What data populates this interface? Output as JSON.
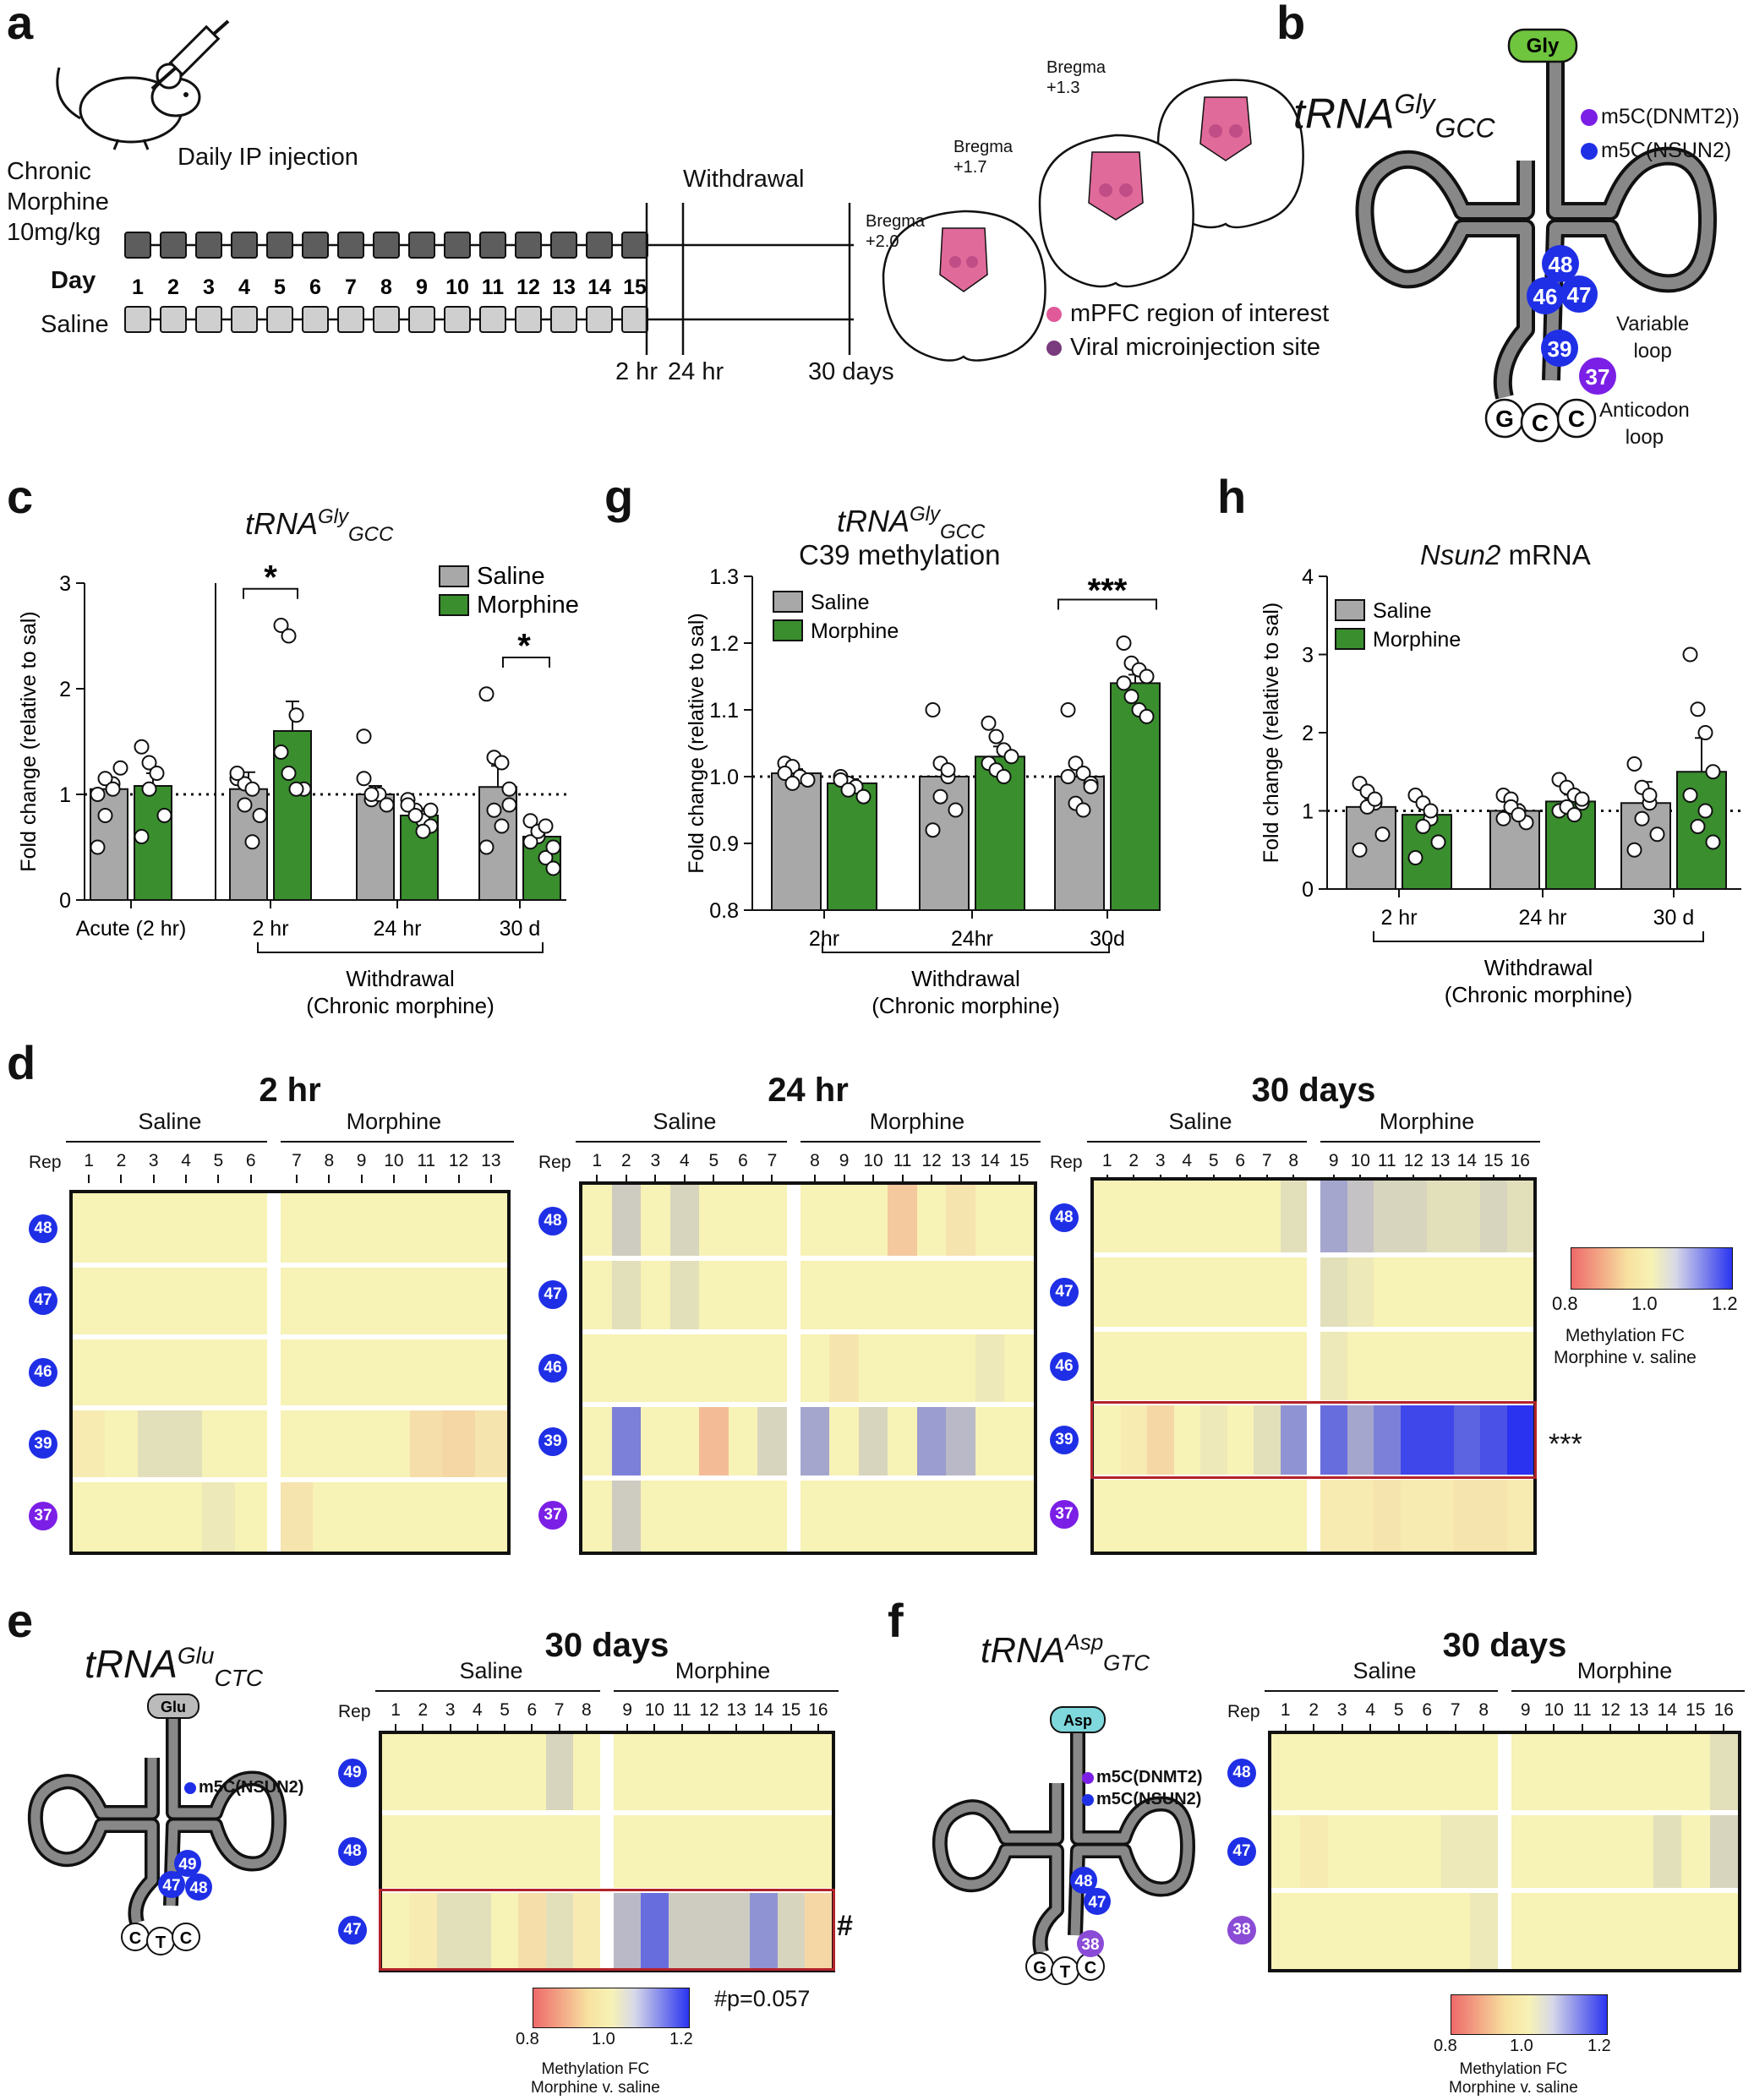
{
  "panels": {
    "a": {
      "label": "a",
      "chronic_lines": [
        "Chronic",
        "Morphine",
        "10mg/kg"
      ],
      "injection": "Daily IP injection",
      "day_label": "Day",
      "days": [
        "1",
        "2",
        "3",
        "4",
        "5",
        "6",
        "7",
        "8",
        "9",
        "10",
        "11",
        "12",
        "13",
        "14",
        "15"
      ],
      "saline_label": "Saline",
      "withdrawal": "Withdrawal",
      "timepoints": [
        "2 hr",
        "24 hr",
        "30 days"
      ],
      "bregma": [
        {
          "label": "Bregma",
          "value": "+2.0"
        },
        {
          "label": "Bregma",
          "value": "+1.7"
        },
        {
          "label": "Bregma",
          "value": "+1.3"
        }
      ],
      "legend": [
        {
          "text": "mPFC region of interest",
          "color": "#e05a9a"
        },
        {
          "text": "Viral microinjection site",
          "color": "#7a3a7e"
        }
      ]
    },
    "b": {
      "label": "b",
      "title_main": "tRNA",
      "title_sup": "Gly",
      "title_sub": "GCC",
      "amino": "Gly",
      "legend": [
        {
          "text": "m5C(DNMT2))",
          "color": "#7b1fe6"
        },
        {
          "text": "m5C(NSUN2)",
          "color": "#1f2fe6"
        }
      ],
      "sites": [
        "48",
        "46",
        "47",
        "39",
        "37"
      ],
      "variable_loop": [
        "Variable",
        "loop"
      ],
      "anticodon_loop": [
        "Anticodon",
        "loop"
      ],
      "anticodon": [
        "G",
        "C",
        "C"
      ]
    },
    "c": {
      "label": "c",
      "title_main": "tRNA",
      "title_sup": "Gly",
      "title_sub": "GCC",
      "ylabel": "Fold change (relative to sal)",
      "yticks": [
        "0",
        "1",
        "2",
        "3"
      ],
      "groups": [
        "Acute (2 hr)",
        "2 hr",
        "24 hr",
        "30 d"
      ],
      "bracket": [
        "Withdrawal",
        "(Chronic morphine)"
      ],
      "legend": [
        "Saline",
        "Morphine"
      ],
      "sig": [
        "*",
        "*"
      ]
    },
    "g": {
      "label": "g",
      "title_main": "tRNA",
      "title_sup": "Gly",
      "title_sub": "GCC",
      "title2": "C39 methylation",
      "ylabel": "Fold change (relative to sal)",
      "yticks": [
        "0.8",
        "0.9",
        "1.0",
        "1.1",
        "1.2",
        "1.3"
      ],
      "groups": [
        "2hr",
        "24hr",
        "30d"
      ],
      "bracket": [
        "Withdrawal",
        "(Chronic morphine)"
      ],
      "legend": [
        "Saline",
        "Morphine"
      ],
      "sig": [
        "***"
      ]
    },
    "h": {
      "label": "h",
      "title_italic": "Nsun2",
      "title_rest": " mRNA",
      "ylabel": "Fold change (relative to sal)",
      "yticks": [
        "0",
        "1",
        "2",
        "3",
        "4"
      ],
      "groups": [
        "2 hr",
        "24 hr",
        "30 d"
      ],
      "bracket": [
        "Withdrawal",
        "(Chronic morphine)"
      ],
      "legend": [
        "Saline",
        "Morphine"
      ]
    },
    "d": {
      "label": "d",
      "rep": "Rep",
      "saline": "Saline",
      "morphine": "Morphine",
      "heatmaps": [
        {
          "title": "2 hr",
          "sal": [
            "1",
            "2",
            "3",
            "4",
            "5",
            "6"
          ],
          "mor": [
            "7",
            "8",
            "9",
            "10",
            "11",
            "12",
            "13"
          ],
          "rows": [
            "48",
            "47",
            "46",
            "39",
            "37"
          ]
        },
        {
          "title": "24 hr",
          "sal": [
            "1",
            "2",
            "3",
            "4",
            "5",
            "6",
            "7"
          ],
          "mor": [
            "8",
            "9",
            "10",
            "11",
            "12",
            "13",
            "14",
            "15"
          ],
          "rows": [
            "48",
            "47",
            "46",
            "39",
            "37"
          ]
        },
        {
          "title": "30 days",
          "sal": [
            "1",
            "2",
            "3",
            "4",
            "5",
            "6",
            "7",
            "8"
          ],
          "mor": [
            "9",
            "10",
            "11",
            "12",
            "13",
            "14",
            "15",
            "16"
          ],
          "rows": [
            "48",
            "47",
            "46",
            "39",
            "37"
          ]
        }
      ],
      "sig": "***",
      "scale": {
        "min": "0.8",
        "mid": "1.0",
        "max": "1.2",
        "title": [
          "Methylation FC",
          "Morphine v. saline"
        ]
      }
    },
    "e": {
      "label": "e",
      "title_main": "tRNA",
      "title_sup": "Glu",
      "title_sub": "CTC",
      "amino": "Glu",
      "legend": [
        {
          "text": "m5C(NSUN2)",
          "color": "#1f2fe6"
        }
      ],
      "sites": [
        "49",
        "47",
        "48"
      ],
      "anticodon": [
        "C",
        "T",
        "C"
      ],
      "heatmap": {
        "title": "30 days",
        "sal": [
          "1",
          "2",
          "3",
          "4",
          "5",
          "6",
          "7",
          "8"
        ],
        "mor": [
          "9",
          "10",
          "11",
          "12",
          "13",
          "14",
          "15",
          "16"
        ],
        "rows": [
          "49",
          "48",
          "47"
        ]
      },
      "sig": "#",
      "pnote": "#p=0.057",
      "scale": {
        "min": "0.8",
        "mid": "1.0",
        "max": "1.2",
        "title": [
          "Methylation FC",
          "Morphine v. saline"
        ]
      }
    },
    "f": {
      "label": "f",
      "title_main": "tRNA",
      "title_sup": "Asp",
      "title_sub": "GTC",
      "amino": "Asp",
      "legend": [
        {
          "text": "m5C(DNMT2)",
          "color": "#7b1fe6"
        },
        {
          "text": "m5C(NSUN2)",
          "color": "#1f2fe6"
        }
      ],
      "sites": [
        "48",
        "47",
        "38"
      ],
      "anticodon": [
        "G",
        "T",
        "C"
      ],
      "heatmap": {
        "title": "30 days",
        "sal": [
          "1",
          "2",
          "3",
          "4",
          "5",
          "6",
          "7",
          "8"
        ],
        "mor": [
          "9",
          "10",
          "11",
          "12",
          "13",
          "14",
          "15",
          "16"
        ],
        "rows": [
          "48",
          "47",
          "38"
        ]
      },
      "scale": {
        "min": "0.8",
        "mid": "1.0",
        "max": "1.2",
        "title": [
          "Methylation FC",
          "Morphine v. saline"
        ]
      }
    }
  },
  "colors": {
    "saline": "#a8a8a8",
    "morphine": "#3a8e2e",
    "nsun2": "#1f2fe6",
    "dnmt2": "#7b1fe6",
    "sig_box": "#b3232a"
  },
  "chart_data": [
    {
      "id": "c",
      "type": "bar",
      "ylabel": "Fold change (relative to sal)",
      "ylim": [
        0,
        3
      ],
      "categories": [
        "Acute (2 hr)",
        "2 hr",
        "24 hr",
        "30 d"
      ],
      "series": [
        {
          "name": "Saline",
          "values": [
            1.05,
            1.05,
            1.0,
            1.07
          ]
        },
        {
          "name": "Morphine",
          "values": [
            1.08,
            1.6,
            0.8,
            0.6
          ]
        }
      ],
      "points": {
        "Saline": [
          [
            1.0,
            0.8,
            1.1,
            1.25,
            0.5,
            1.15,
            1.05
          ],
          [
            1.15,
            1.1,
            0.55,
            0.8,
            1.2,
            0.9,
            1.05
          ],
          [
            1.55,
            0.95,
            1.0,
            0.9,
            1.15,
            1.0
          ],
          [
            1.95,
            1.35,
            0.7,
            1.05,
            0.5,
            0.85,
            1.3,
            0.9
          ]
        ],
        "Morphine": [
          [
            1.45,
            1.3,
            1.2,
            0.8,
            0.6,
            1.05
          ],
          [
            2.6,
            2.5,
            1.75,
            1.05,
            1.4,
            1.2,
            1.05
          ],
          [
            0.95,
            0.85,
            0.75,
            0.7,
            0.9,
            0.8,
            0.65,
            0.85
          ],
          [
            0.75,
            0.6,
            0.4,
            0.3,
            0.55,
            0.65,
            0.7,
            0.5
          ]
        ]
      },
      "hline": 1
    },
    {
      "id": "g",
      "type": "bar",
      "ylabel": "Fold change (relative to sal)",
      "ylim": [
        0.8,
        1.3
      ],
      "categories": [
        "2hr",
        "24hr",
        "30d"
      ],
      "series": [
        {
          "name": "Saline",
          "values": [
            1.005,
            1.0,
            1.0
          ]
        },
        {
          "name": "Morphine",
          "values": [
            0.99,
            1.03,
            1.14
          ]
        }
      ],
      "points": {
        "Saline": [
          [
            1.02,
            1.015,
            1.0,
            0.995,
            1.005,
            0.99
          ],
          [
            1.1,
            1.02,
            1.0,
            0.95,
            0.92,
            0.97,
            1.01
          ],
          [
            1.1,
            1.02,
            1.005,
            0.99,
            1.0,
            0.96,
            0.95,
            0.985
          ]
        ],
        "Morphine": [
          [
            1.0,
            0.99,
            0.985,
            0.97,
            0.995,
            0.98
          ],
          [
            1.08,
            1.06,
            1.04,
            1.03,
            1.02,
            1.01,
            1.0
          ],
          [
            1.2,
            1.17,
            1.16,
            1.15,
            1.14,
            1.12,
            1.1,
            1.09
          ]
        ]
      },
      "hline": 1
    },
    {
      "id": "h",
      "type": "bar",
      "ylabel": "Fold change (relative to sal)",
      "ylim": [
        0,
        4
      ],
      "categories": [
        "2 hr",
        "24 hr",
        "30 d"
      ],
      "series": [
        {
          "name": "Saline",
          "values": [
            1.05,
            1.0,
            1.1
          ]
        },
        {
          "name": "Morphine",
          "values": [
            0.95,
            1.12,
            1.5
          ]
        }
      ],
      "points": {
        "Saline": [
          [
            1.35,
            1.25,
            1.1,
            0.7,
            0.5,
            1.05,
            1.15
          ],
          [
            1.2,
            1.15,
            1.0,
            0.85,
            0.9,
            1.05,
            0.95
          ],
          [
            1.6,
            1.3,
            1.1,
            0.7,
            0.5,
            0.9,
            1.2
          ]
        ],
        "Morphine": [
          [
            1.2,
            1.1,
            0.9,
            0.6,
            0.4,
            0.8,
            1.0
          ],
          [
            1.4,
            1.3,
            1.2,
            1.1,
            1.0,
            1.05,
            0.95,
            1.15
          ],
          [
            3.0,
            2.3,
            2.0,
            1.5,
            1.2,
            0.8,
            1.0,
            0.6
          ]
        ]
      },
      "hline": 1
    },
    {
      "id": "d-2hr",
      "type": "heatmap",
      "rows": [
        "48",
        "47",
        "46",
        "39",
        "37"
      ],
      "cols": 13,
      "split": 6,
      "values": [
        [
          1.0,
          1.0,
          1.0,
          1.0,
          1.0,
          1.0,
          1.0,
          1.0,
          1.0,
          1.0,
          1.0,
          1.0,
          1.0
        ],
        [
          1.0,
          1.0,
          1.0,
          1.0,
          1.0,
          1.0,
          1.0,
          1.0,
          1.0,
          1.0,
          1.0,
          1.0,
          1.0
        ],
        [
          1.0,
          1.0,
          1.0,
          1.0,
          1.0,
          1.0,
          1.0,
          1.0,
          1.0,
          1.0,
          1.0,
          1.0,
          1.0
        ],
        [
          0.99,
          1.0,
          1.02,
          1.02,
          1.0,
          1.0,
          1.0,
          1.0,
          1.0,
          1.0,
          0.97,
          0.96,
          0.98
        ],
        [
          1.0,
          1.0,
          1.0,
          1.0,
          1.01,
          1.0,
          0.98,
          1.0,
          1.0,
          1.0,
          1.0,
          1.0,
          1.0
        ]
      ]
    },
    {
      "id": "d-24hr",
      "type": "heatmap",
      "rows": [
        "48",
        "47",
        "46",
        "39",
        "37"
      ],
      "cols": 15,
      "split": 7,
      "values": [
        [
          1.0,
          1.04,
          1.0,
          1.03,
          1.0,
          1.0,
          1.0,
          1.0,
          1.0,
          1.0,
          0.94,
          1.0,
          0.98,
          1.0,
          1.0
        ],
        [
          1.0,
          1.02,
          1.0,
          1.02,
          1.0,
          1.0,
          1.0,
          1.0,
          1.0,
          1.0,
          1.0,
          1.0,
          1.0,
          1.0,
          1.0
        ],
        [
          1.0,
          1.0,
          1.0,
          1.0,
          1.0,
          1.0,
          1.0,
          1.0,
          0.98,
          1.0,
          1.0,
          1.0,
          1.0,
          1.01,
          1.0
        ],
        [
          1.0,
          1.12,
          1.0,
          1.0,
          0.92,
          1.0,
          1.03,
          1.08,
          1.0,
          1.03,
          1.0,
          1.09,
          1.06,
          1.0,
          1.0
        ],
        [
          1.0,
          1.04,
          1.0,
          1.0,
          1.0,
          1.0,
          1.0,
          1.0,
          1.0,
          1.0,
          1.0,
          1.0,
          1.0,
          1.0,
          1.0
        ]
      ]
    },
    {
      "id": "d-30d",
      "type": "heatmap",
      "rows": [
        "48",
        "47",
        "46",
        "39",
        "37"
      ],
      "cols": 16,
      "split": 8,
      "values": [
        [
          1.0,
          1.0,
          1.0,
          1.0,
          1.0,
          1.0,
          1.0,
          1.02,
          1.08,
          1.05,
          1.03,
          1.03,
          1.02,
          1.02,
          1.03,
          1.02
        ],
        [
          1.0,
          1.0,
          1.0,
          1.0,
          1.0,
          1.0,
          1.0,
          1.0,
          1.02,
          1.01,
          1.0,
          1.0,
          1.0,
          1.0,
          1.0,
          1.0
        ],
        [
          1.0,
          1.0,
          1.0,
          1.0,
          1.0,
          1.0,
          1.0,
          1.0,
          1.01,
          1.0,
          1.0,
          1.0,
          1.0,
          1.0,
          1.0,
          1.0
        ],
        [
          1.0,
          0.99,
          0.96,
          1.0,
          1.01,
          1.0,
          1.02,
          1.1,
          1.14,
          1.08,
          1.12,
          1.18,
          1.18,
          1.15,
          1.17,
          1.2
        ],
        [
          1.0,
          1.0,
          1.0,
          1.0,
          1.0,
          1.0,
          1.0,
          1.0,
          0.99,
          0.99,
          0.98,
          0.99,
          0.99,
          0.98,
          0.98,
          0.99
        ]
      ]
    },
    {
      "id": "e-30d",
      "type": "heatmap",
      "rows": [
        "49",
        "48",
        "47"
      ],
      "cols": 16,
      "split": 8,
      "values": [
        [
          1.0,
          1.0,
          1.0,
          1.0,
          1.0,
          1.0,
          1.03,
          1.0,
          1.0,
          1.0,
          1.0,
          1.0,
          1.0,
          1.0,
          1.0,
          1.0
        ],
        [
          1.0,
          1.0,
          1.0,
          1.0,
          1.0,
          1.0,
          1.0,
          1.0,
          1.0,
          1.0,
          1.0,
          1.0,
          1.0,
          1.0,
          1.0,
          1.0
        ],
        [
          1.0,
          0.99,
          1.02,
          1.02,
          1.0,
          0.97,
          1.02,
          0.99,
          1.06,
          1.14,
          1.04,
          1.04,
          1.04,
          1.1,
          1.03,
          0.96
        ]
      ]
    },
    {
      "id": "f-30d",
      "type": "heatmap",
      "rows": [
        "48",
        "47",
        "38"
      ],
      "cols": 16,
      "split": 8,
      "values": [
        [
          1.0,
          1.0,
          1.0,
          1.0,
          1.0,
          1.0,
          1.0,
          1.0,
          1.0,
          1.0,
          1.0,
          1.0,
          1.0,
          1.0,
          1.0,
          1.02
        ],
        [
          1.0,
          0.99,
          1.0,
          1.0,
          1.0,
          1.0,
          1.01,
          1.01,
          1.0,
          1.0,
          1.0,
          1.0,
          1.0,
          1.02,
          1.0,
          1.03
        ],
        [
          1.0,
          1.0,
          1.0,
          1.0,
          1.0,
          1.0,
          1.0,
          1.01,
          1.0,
          1.0,
          1.0,
          1.0,
          1.0,
          1.0,
          1.0,
          1.0
        ]
      ]
    }
  ]
}
